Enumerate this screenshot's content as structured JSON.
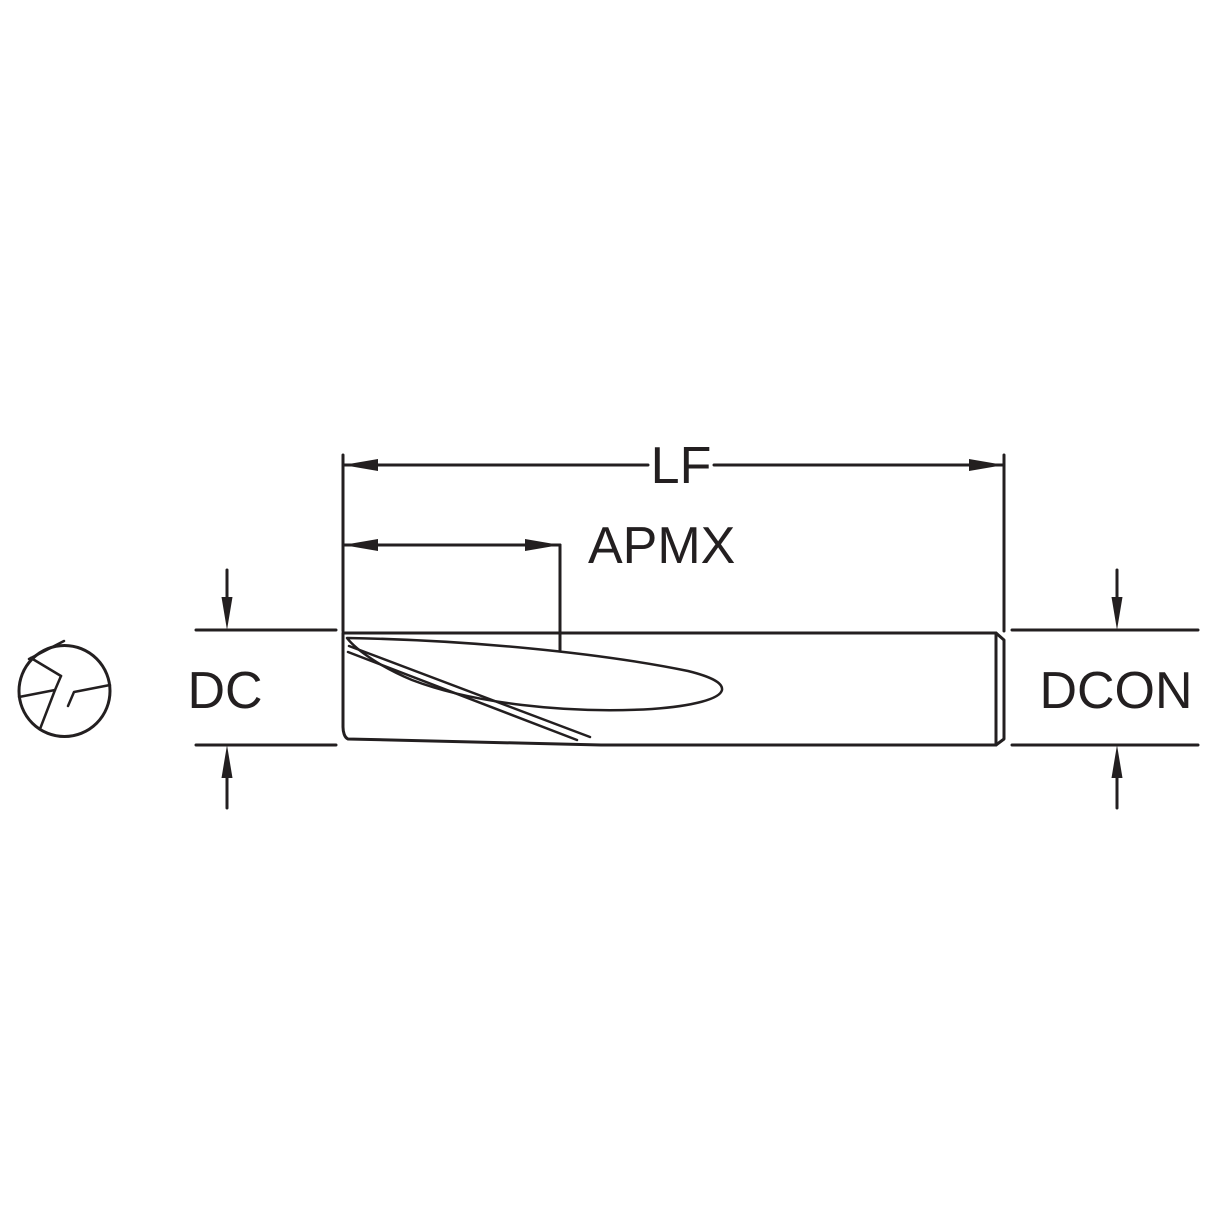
{
  "diagram": {
    "labels": {
      "lf": "LF",
      "apmx": "APMX",
      "dc": "DC",
      "dcon": "DCON"
    },
    "colors": {
      "line": "#231f20",
      "background": "#ffffff"
    }
  }
}
